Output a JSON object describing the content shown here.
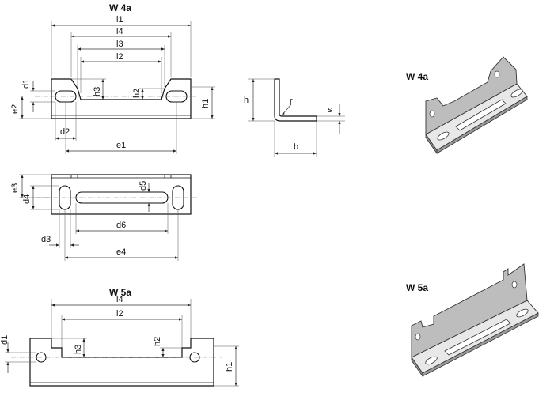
{
  "titles": {
    "w4a_top": "W 4a",
    "w4a_iso": "W 4a",
    "w5a_top": "W 5a",
    "w5a_iso": "W 5a"
  },
  "w4a_front": {
    "l1": "l1",
    "l4": "l4",
    "l3": "l3",
    "l2": "l2",
    "d1": "d1",
    "e2": "e2",
    "h3": "h3",
    "h2": "h2",
    "h1": "h1",
    "d2": "d2",
    "e1": "e1"
  },
  "section": {
    "h": "h",
    "r": "r",
    "s": "s",
    "b": "b"
  },
  "w4a_plan": {
    "e3": "e3",
    "d4": "d4",
    "d5": "d5",
    "d6": "d6",
    "d3": "d3",
    "e4": "e4"
  },
  "w5a_front": {
    "l4": "l4",
    "l2": "l2",
    "d1": "d1",
    "h3": "h3",
    "h2": "h2",
    "h1": "h1"
  },
  "colors": {
    "line": "#111111",
    "fill_iso_top": "#e6e6e6",
    "fill_iso_face": "#bdbdbd",
    "fill_iso_side": "#8f8f8f"
  }
}
